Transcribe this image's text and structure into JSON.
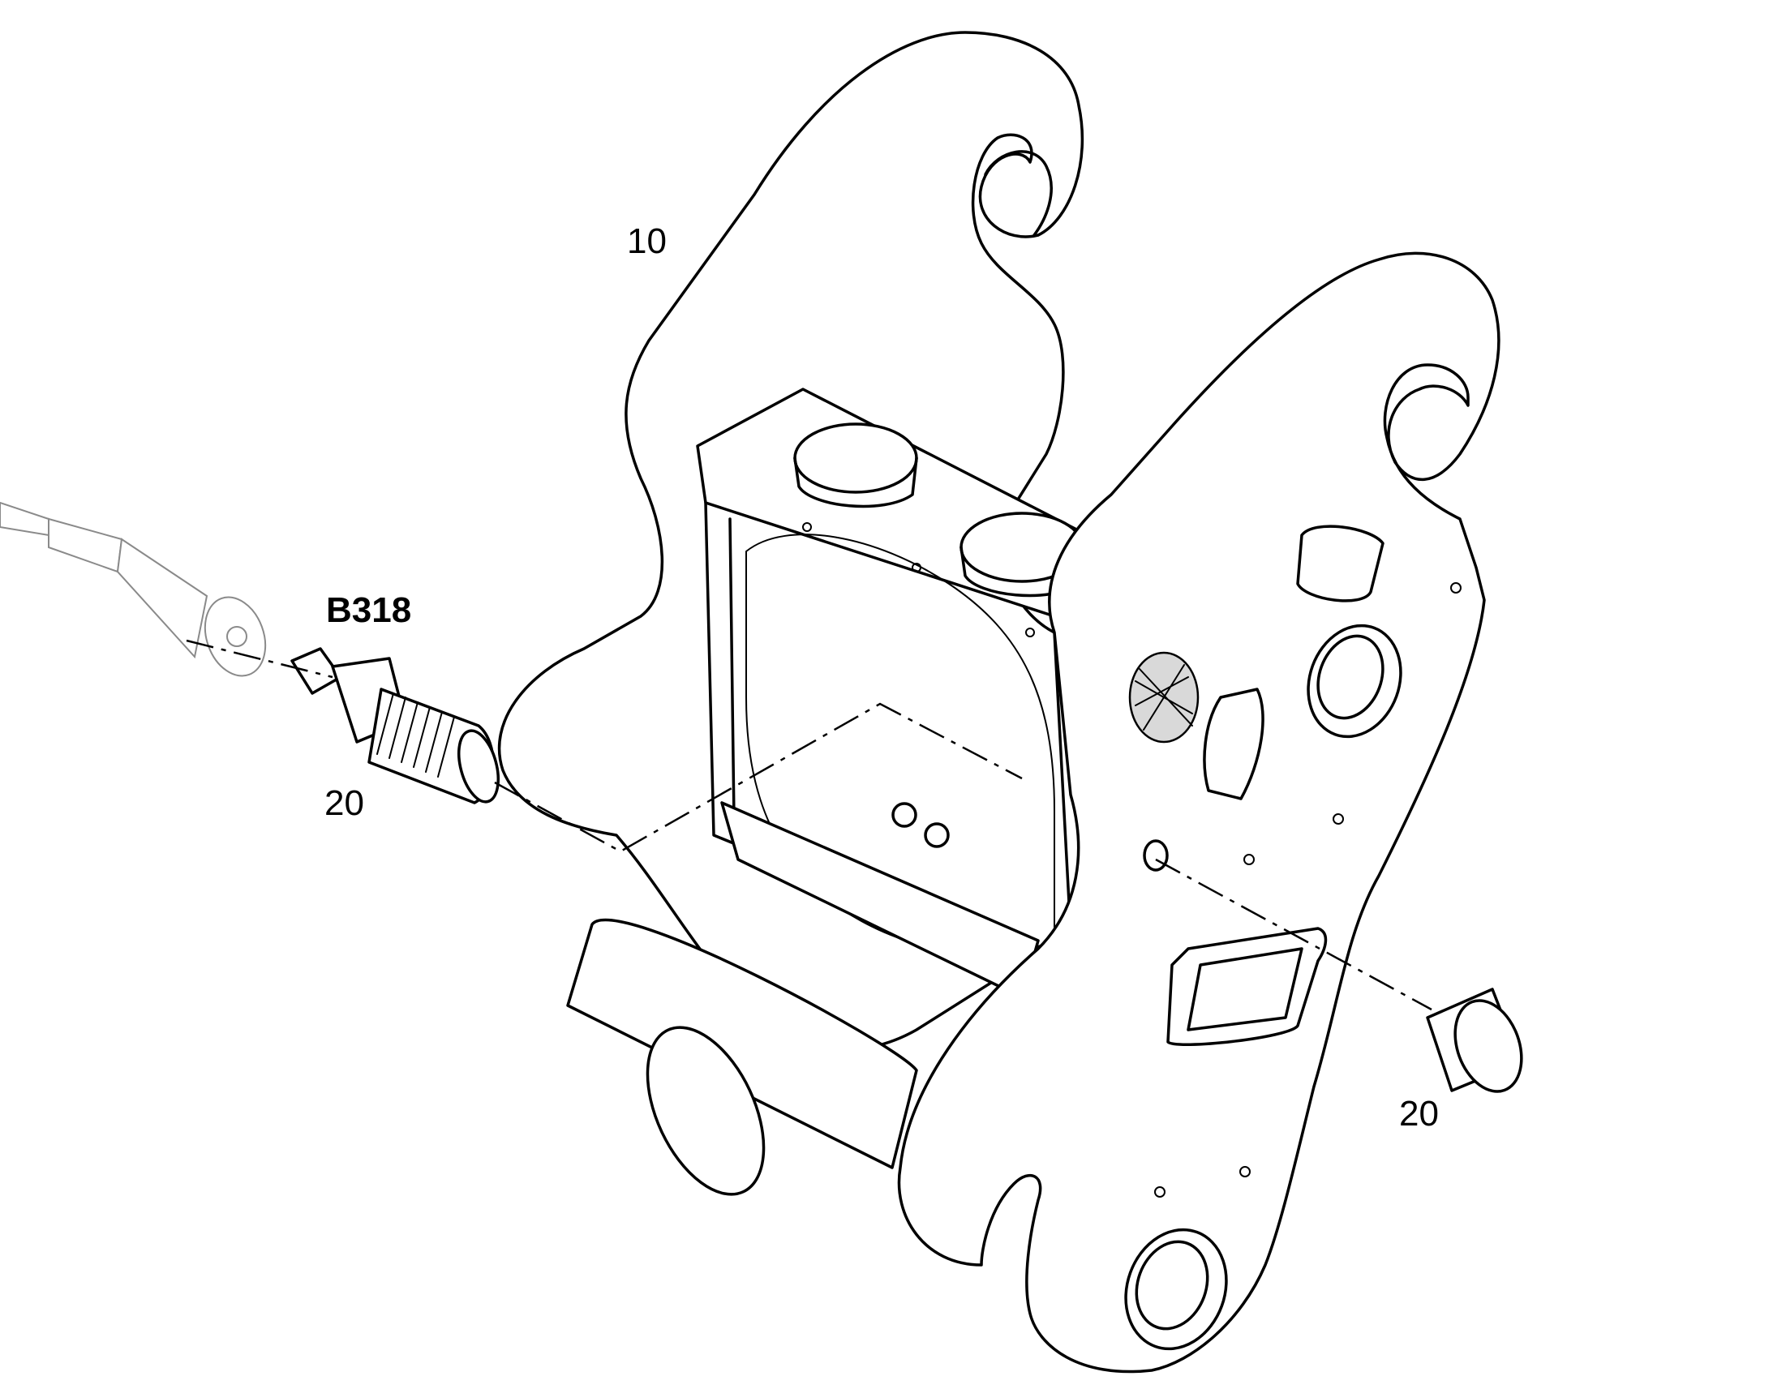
{
  "callouts": {
    "frame": "10",
    "sensor_code": "B318",
    "sensor_item": "20",
    "plug_item": "20"
  }
}
